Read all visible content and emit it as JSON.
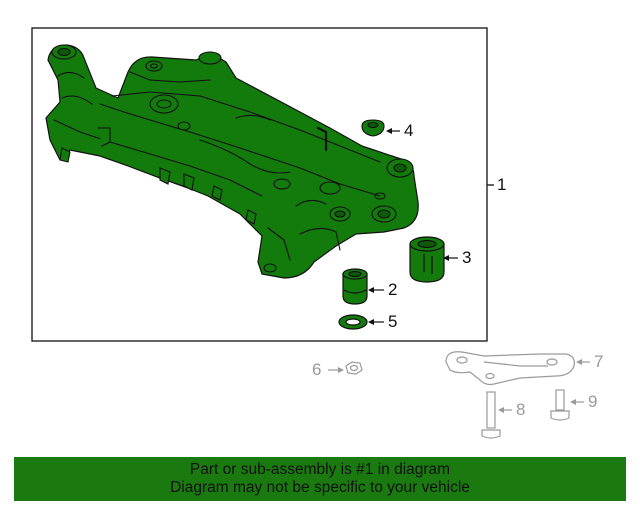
{
  "callouts": {
    "c1": "1",
    "c2": "2",
    "c3": "3",
    "c4": "4",
    "c5": "5",
    "c6": "6",
    "c7": "7",
    "c8": "8",
    "c9": "9"
  },
  "banner": {
    "line1": "Part or sub-assembly is #1 in diagram",
    "line2": "Diagram may not be specific to your vehicle"
  },
  "colors": {
    "part_highlight": "#137a0c",
    "banner": "#1a7a10",
    "outline": "#111111",
    "dim_parts": "#9a9a9a"
  }
}
